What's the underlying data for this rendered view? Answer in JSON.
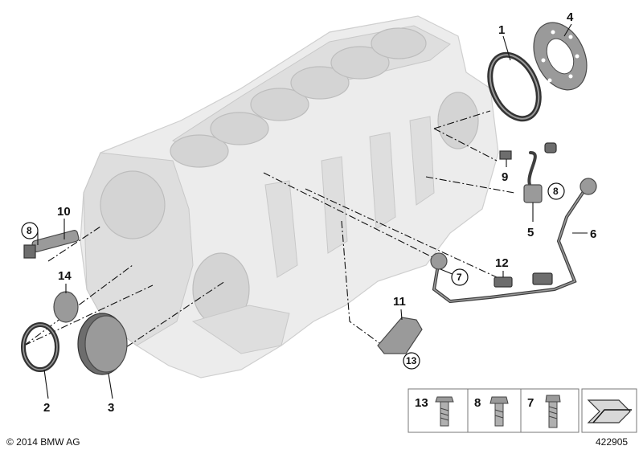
{
  "callouts": {
    "c1": "1",
    "c2": "2",
    "c3": "3",
    "c4": "4",
    "c5": "5",
    "c6": "6",
    "c7": "7",
    "c8a": "8",
    "c8b": "8",
    "c9": "9",
    "c10": "10",
    "c11": "11",
    "c12": "12",
    "c13": "13",
    "c14": "14"
  },
  "legend": {
    "items": [
      "13",
      "8",
      "7"
    ]
  },
  "footer": {
    "copyright": "© 2014 BMW AG",
    "diagram_number": "422905"
  }
}
